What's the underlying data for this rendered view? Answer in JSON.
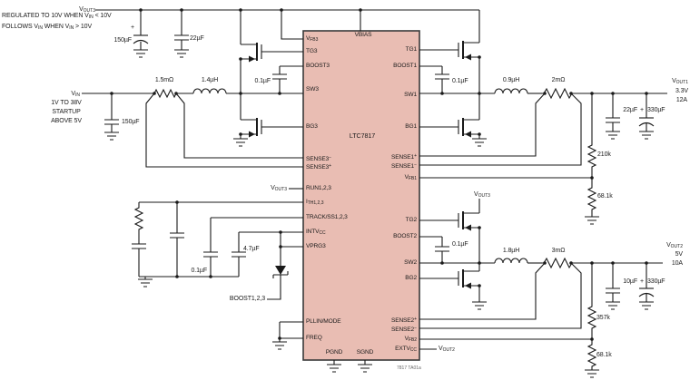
{
  "colors": {
    "chip_fill": "#e9bdb3",
    "chip_border": "#3a3a3a",
    "wire": "#1a1a1a",
    "text": "#1a1a1a"
  },
  "chip": {
    "name": "LTC7817",
    "vbias": "VBIAS",
    "pgnd": "PGND",
    "sgnd": "SGND",
    "left_pins": [
      {
        "base": "V",
        "sub": "FB3"
      },
      {
        "base": "TG3"
      },
      {
        "base": "BOOST3"
      },
      {
        "base": "SW3"
      },
      {
        "base": "BG3"
      },
      {
        "base": "SENSE3",
        "sup": "−"
      },
      {
        "base": "SENSE3",
        "sup": "+"
      },
      {
        "base": "RUN1,2,3"
      },
      {
        "base": "I",
        "sub": "TH1,2,3"
      },
      {
        "base": "TRACK/SS1,2,3"
      },
      {
        "base": "INTV",
        "sub": "CC"
      },
      {
        "base": "VPRG3"
      },
      {
        "base": "PLLIN/MODE"
      },
      {
        "base": "FREQ"
      }
    ],
    "right_pins": [
      {
        "base": "TG1"
      },
      {
        "base": "BOOST1"
      },
      {
        "base": "SW1"
      },
      {
        "base": "BG1"
      },
      {
        "base": "SENSE1",
        "sup": "+"
      },
      {
        "base": "SENSE1",
        "sup": "−"
      },
      {
        "base": "V",
        "sub": "FB1"
      },
      {
        "base": "TG2"
      },
      {
        "base": "BOOST2"
      },
      {
        "base": "SW2"
      },
      {
        "base": "BG2"
      },
      {
        "base": "SENSE2",
        "sup": "+"
      },
      {
        "base": "SENSE2",
        "sup": "−"
      },
      {
        "base": "V",
        "sub": "FB2"
      },
      {
        "base": "EXTV",
        "sub": "CC"
      }
    ]
  },
  "notes": {
    "line1_a": "REGULATED TO 10V WHEN V",
    "line1_sub": "IN",
    "line1_b": " < 10V",
    "line2_a": "FOLLOWS V",
    "line2_s1": "IN",
    "line2_b": "  WHEN V",
    "line2_s2": "IN",
    "line2_c": " > 10V"
  },
  "labels": {
    "vout3_top": {
      "base": "V",
      "sub": "OUT3"
    },
    "cap150_top": "150µF",
    "plus1": "+",
    "cap22_top": "22µF",
    "vin": {
      "base": "V",
      "sub": "IN"
    },
    "vin_l1": "1V TO 38V",
    "vin_l2": "STARTUP",
    "vin_l3": "ABOVE 5V",
    "cap150_vin": "150µF",
    "rs3": "1.5mΩ",
    "l3": "1.4µH",
    "cb3": "0.1µF",
    "cb1": "0.1µF",
    "l1": "0.9µH",
    "rs1": "2mΩ",
    "cout1_a": "22µF",
    "plus2": "+",
    "cout1_b": "330µF",
    "vout1": {
      "base": "V",
      "sub": "OUT1"
    },
    "vout1_v": "3.3V",
    "vout1_i": "12A",
    "rfb1_t": "210k",
    "rfb1_b": "68.1k",
    "run_ref": {
      "base": "V",
      "sub": "OUT3"
    },
    "css": "0.1µF",
    "cvcc": "4.7µF",
    "boost_ref": "BOOST1,2,3",
    "vout3_d": {
      "base": "V",
      "sub": "OUT3"
    },
    "cb2": "0.1µF",
    "l2": "1.8µH",
    "rs2": "3mΩ",
    "cout2_a": "10µF",
    "plus3": "+",
    "cout2_b": "330µF",
    "vout2": {
      "base": "V",
      "sub": "OUT2"
    },
    "vout2_v": "5V",
    "vout2_i": "10A",
    "rfb2_t": "357k",
    "rfb2_b": "68.1k",
    "extv_ref": {
      "base": "V",
      "sub": "OUT2"
    },
    "footnote": "7817 TA01a"
  }
}
